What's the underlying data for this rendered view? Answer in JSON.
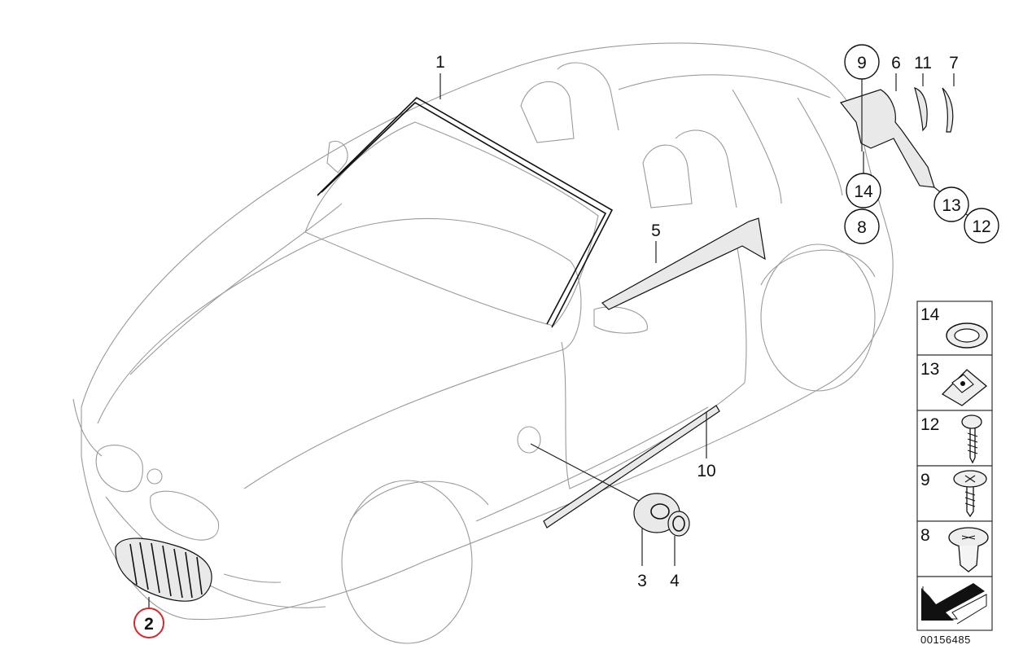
{
  "callouts": [
    {
      "id": "1",
      "label": "1"
    },
    {
      "id": "2",
      "label": "2",
      "highlighted": true
    },
    {
      "id": "3",
      "label": "3"
    },
    {
      "id": "4",
      "label": "4"
    },
    {
      "id": "5",
      "label": "5"
    },
    {
      "id": "6",
      "label": "6"
    },
    {
      "id": "7",
      "label": "7"
    },
    {
      "id": "8",
      "label": "8"
    },
    {
      "id": "9",
      "label": "9"
    },
    {
      "id": "10",
      "label": "10"
    },
    {
      "id": "11",
      "label": "11"
    },
    {
      "id": "12",
      "label": "12"
    },
    {
      "id": "13",
      "label": "13"
    },
    {
      "id": "14",
      "label": "14"
    }
  ],
  "legend": [
    {
      "label": "14",
      "part": "washer-icon"
    },
    {
      "label": "13",
      "part": "clip-nut-icon"
    },
    {
      "label": "12",
      "part": "self-tapping-screw-icon"
    },
    {
      "label": "9",
      "part": "flange-screw-icon"
    },
    {
      "label": "8",
      "part": "expanding-rivet-icon"
    }
  ],
  "diagram_id": "00156485",
  "colors": {
    "highlight": "#d9262b",
    "ink": "#111111",
    "car_outline": "#9a9a9a"
  }
}
